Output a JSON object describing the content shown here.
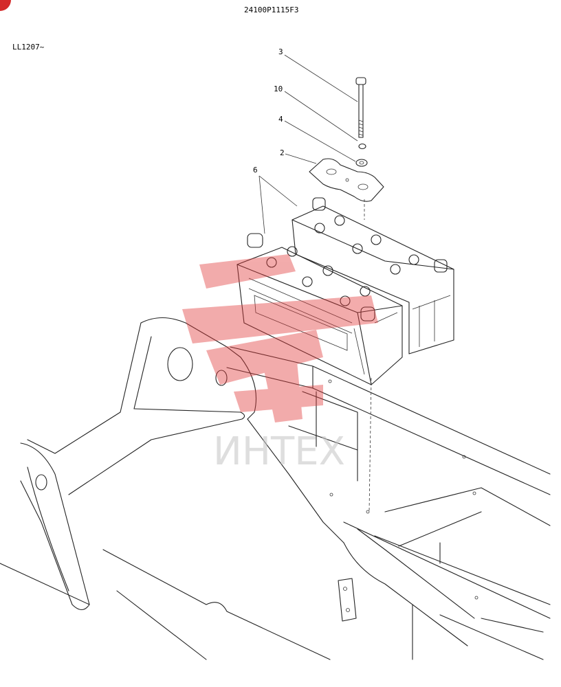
{
  "diagram": {
    "drawing_number": "24100P1115F3",
    "serial_note": "LL1207~",
    "watermark_text": "ИНТЕХ",
    "watermark_color": "#e23a3a",
    "callouts": [
      {
        "id": "3",
        "part": "bolt"
      },
      {
        "id": "10",
        "part": "spring-washer"
      },
      {
        "id": "4",
        "part": "washer"
      },
      {
        "id": "2",
        "part": "hold-down-plate"
      },
      {
        "id": "6",
        "part": "batteries"
      }
    ]
  }
}
